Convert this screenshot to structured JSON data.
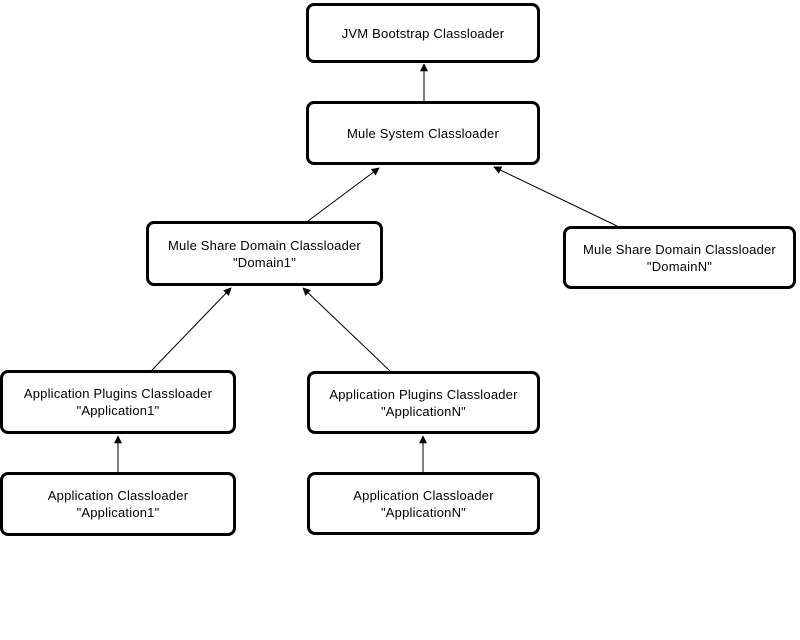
{
  "diagram": {
    "type": "hierarchy-flowchart",
    "background_color": "#ffffff",
    "box_border_color": "#000000",
    "text_color": "#000000",
    "arrow_color": "#000000",
    "nodes": {
      "jvm": {
        "line1": "JVM Bootstrap Classloader",
        "line2": ""
      },
      "mulesys": {
        "line1": "Mule System Classloader",
        "line2": ""
      },
      "domain1": {
        "line1": "Mule Share Domain Classloader",
        "line2": "\"Domain1\""
      },
      "domainN": {
        "line1": "Mule Share Domain Classloader",
        "line2": "\"DomainN\""
      },
      "plugins1": {
        "line1": "Application Plugins Classloader",
        "line2": "\"Application1\""
      },
      "pluginsN": {
        "line1": "Application Plugins Classloader",
        "line2": "\"ApplicationN\""
      },
      "app1": {
        "line1": "Application Classloader",
        "line2": "\"Application1\""
      },
      "appN": {
        "line1": "Application Classloader",
        "line2": "\"ApplicationN\""
      }
    },
    "edges": [
      {
        "from": "mulesys",
        "to": "jvm"
      },
      {
        "from": "domain1",
        "to": "mulesys"
      },
      {
        "from": "domainN",
        "to": "mulesys"
      },
      {
        "from": "plugins1",
        "to": "domain1"
      },
      {
        "from": "pluginsN",
        "to": "domain1"
      },
      {
        "from": "app1",
        "to": "plugins1"
      },
      {
        "from": "appN",
        "to": "pluginsN"
      }
    ]
  }
}
